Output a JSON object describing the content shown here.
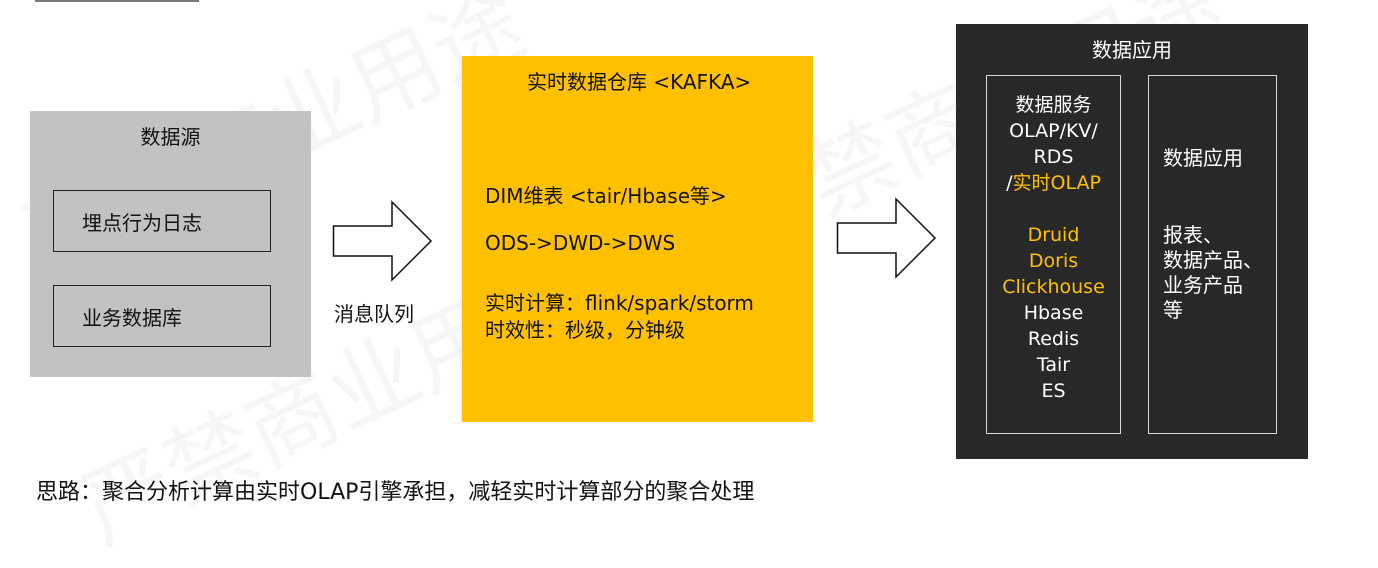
{
  "diagram": {
    "source": {
      "title": "数据源",
      "items": [
        "埋点行为日志",
        "业务数据库"
      ],
      "bg_color": "#c3c1c2"
    },
    "arrow1": {
      "label": "消息队列",
      "icon": "block-arrow-right"
    },
    "warehouse": {
      "title": "实时数据仓库 <KAFKA>",
      "lines": [
        "DIM维表 <tair/Hbase等>",
        "ODS->DWD->DWS",
        "实时计算：flink/spark/storm",
        "时效性：秒级，分钟级"
      ],
      "bg_color": "#ffc000"
    },
    "arrow2": {
      "icon": "block-arrow-right"
    },
    "application": {
      "title": "数据应用",
      "bg_color": "#282828",
      "service_box": {
        "heading_lines": [
          "数据服务",
          "OLAP/KV/",
          "RDS"
        ],
        "realtime_prefix": "/",
        "realtime_olap": "实时OLAP",
        "highlighted_engines": [
          "Druid",
          "Doris",
          "Clickhouse"
        ],
        "other_engines": [
          "Hbase",
          "Redis",
          "Tair",
          "ES"
        ],
        "highlight_color": "#ffc000"
      },
      "usage_box": {
        "title": "数据应用",
        "lines": [
          "报表、",
          "数据产品、",
          "业务产品",
          "等"
        ]
      }
    },
    "footer": "思路：聚合分析计算由实时OLAP引擎承担，减轻实时计算部分的聚合处理",
    "watermark": "严禁商业用途"
  }
}
